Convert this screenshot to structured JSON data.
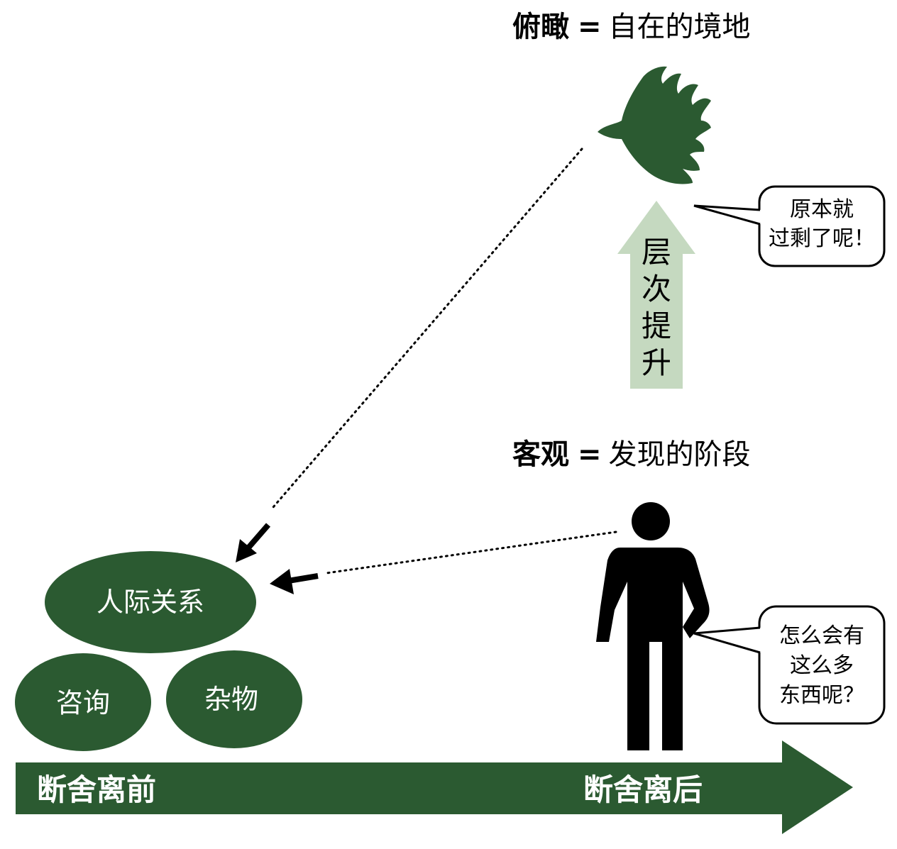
{
  "top_heading": {
    "bold": "俯瞰",
    "equals": "=",
    "rest": "自在的境地"
  },
  "mid_heading": {
    "bold": "客观",
    "equals": "=",
    "rest": "发现的阶段"
  },
  "level_up_arrow": {
    "chars": [
      "层",
      "次",
      "提",
      "升"
    ]
  },
  "bird_bubble": {
    "line1": "原本就",
    "line2": "过剩了呢！"
  },
  "person_bubble": {
    "line1": "怎么会有",
    "line2": "这么多",
    "line3": "东西呢？"
  },
  "ellipses": {
    "relations": "人际关系",
    "consult": "咨询",
    "clutter": "杂物"
  },
  "timeline": {
    "before": "断舍离前",
    "after": "断舍离后"
  },
  "colors": {
    "dark_green": "#2b5a31",
    "light_green": "#c5d9c0",
    "black": "#000000"
  },
  "icons": {
    "bird": "dove-icon",
    "person": "person-icon"
  }
}
